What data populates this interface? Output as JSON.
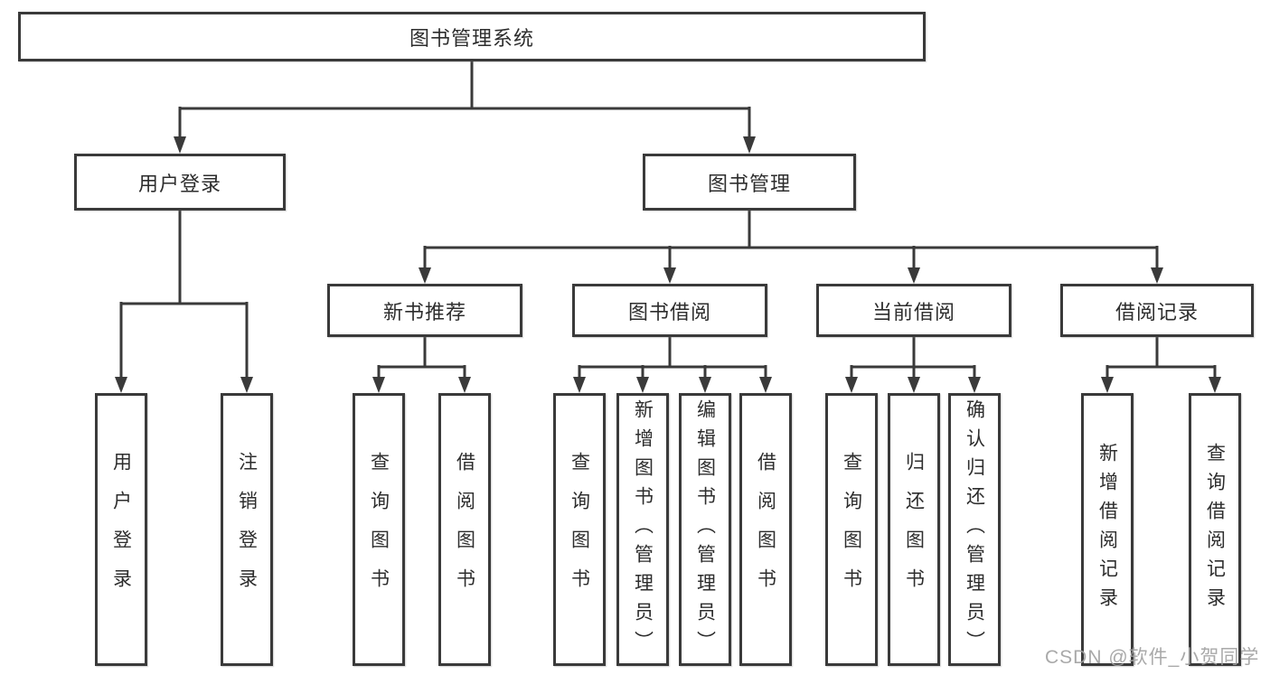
{
  "diagram": {
    "root": "图书管理系统",
    "level2": [
      "用户登录",
      "图书管理"
    ],
    "level3": [
      "新书推荐",
      "图书借阅",
      "当前借阅",
      "借阅记录"
    ],
    "level4": {
      "user_login": [
        "用户登录",
        "注销登录"
      ],
      "new_book": [
        "查询图书",
        "借阅图书"
      ],
      "book_borrow": [
        "查询图书",
        "新增图书（管理员）",
        "编辑图书（管理员）",
        "借阅图书"
      ],
      "current_borrow": [
        "查询图书",
        "归还图书",
        "确认归还（管理员）"
      ],
      "records": [
        "新增借阅记录",
        "查询借阅记录"
      ]
    }
  },
  "watermark": "CSDN @软件_小贺同学"
}
